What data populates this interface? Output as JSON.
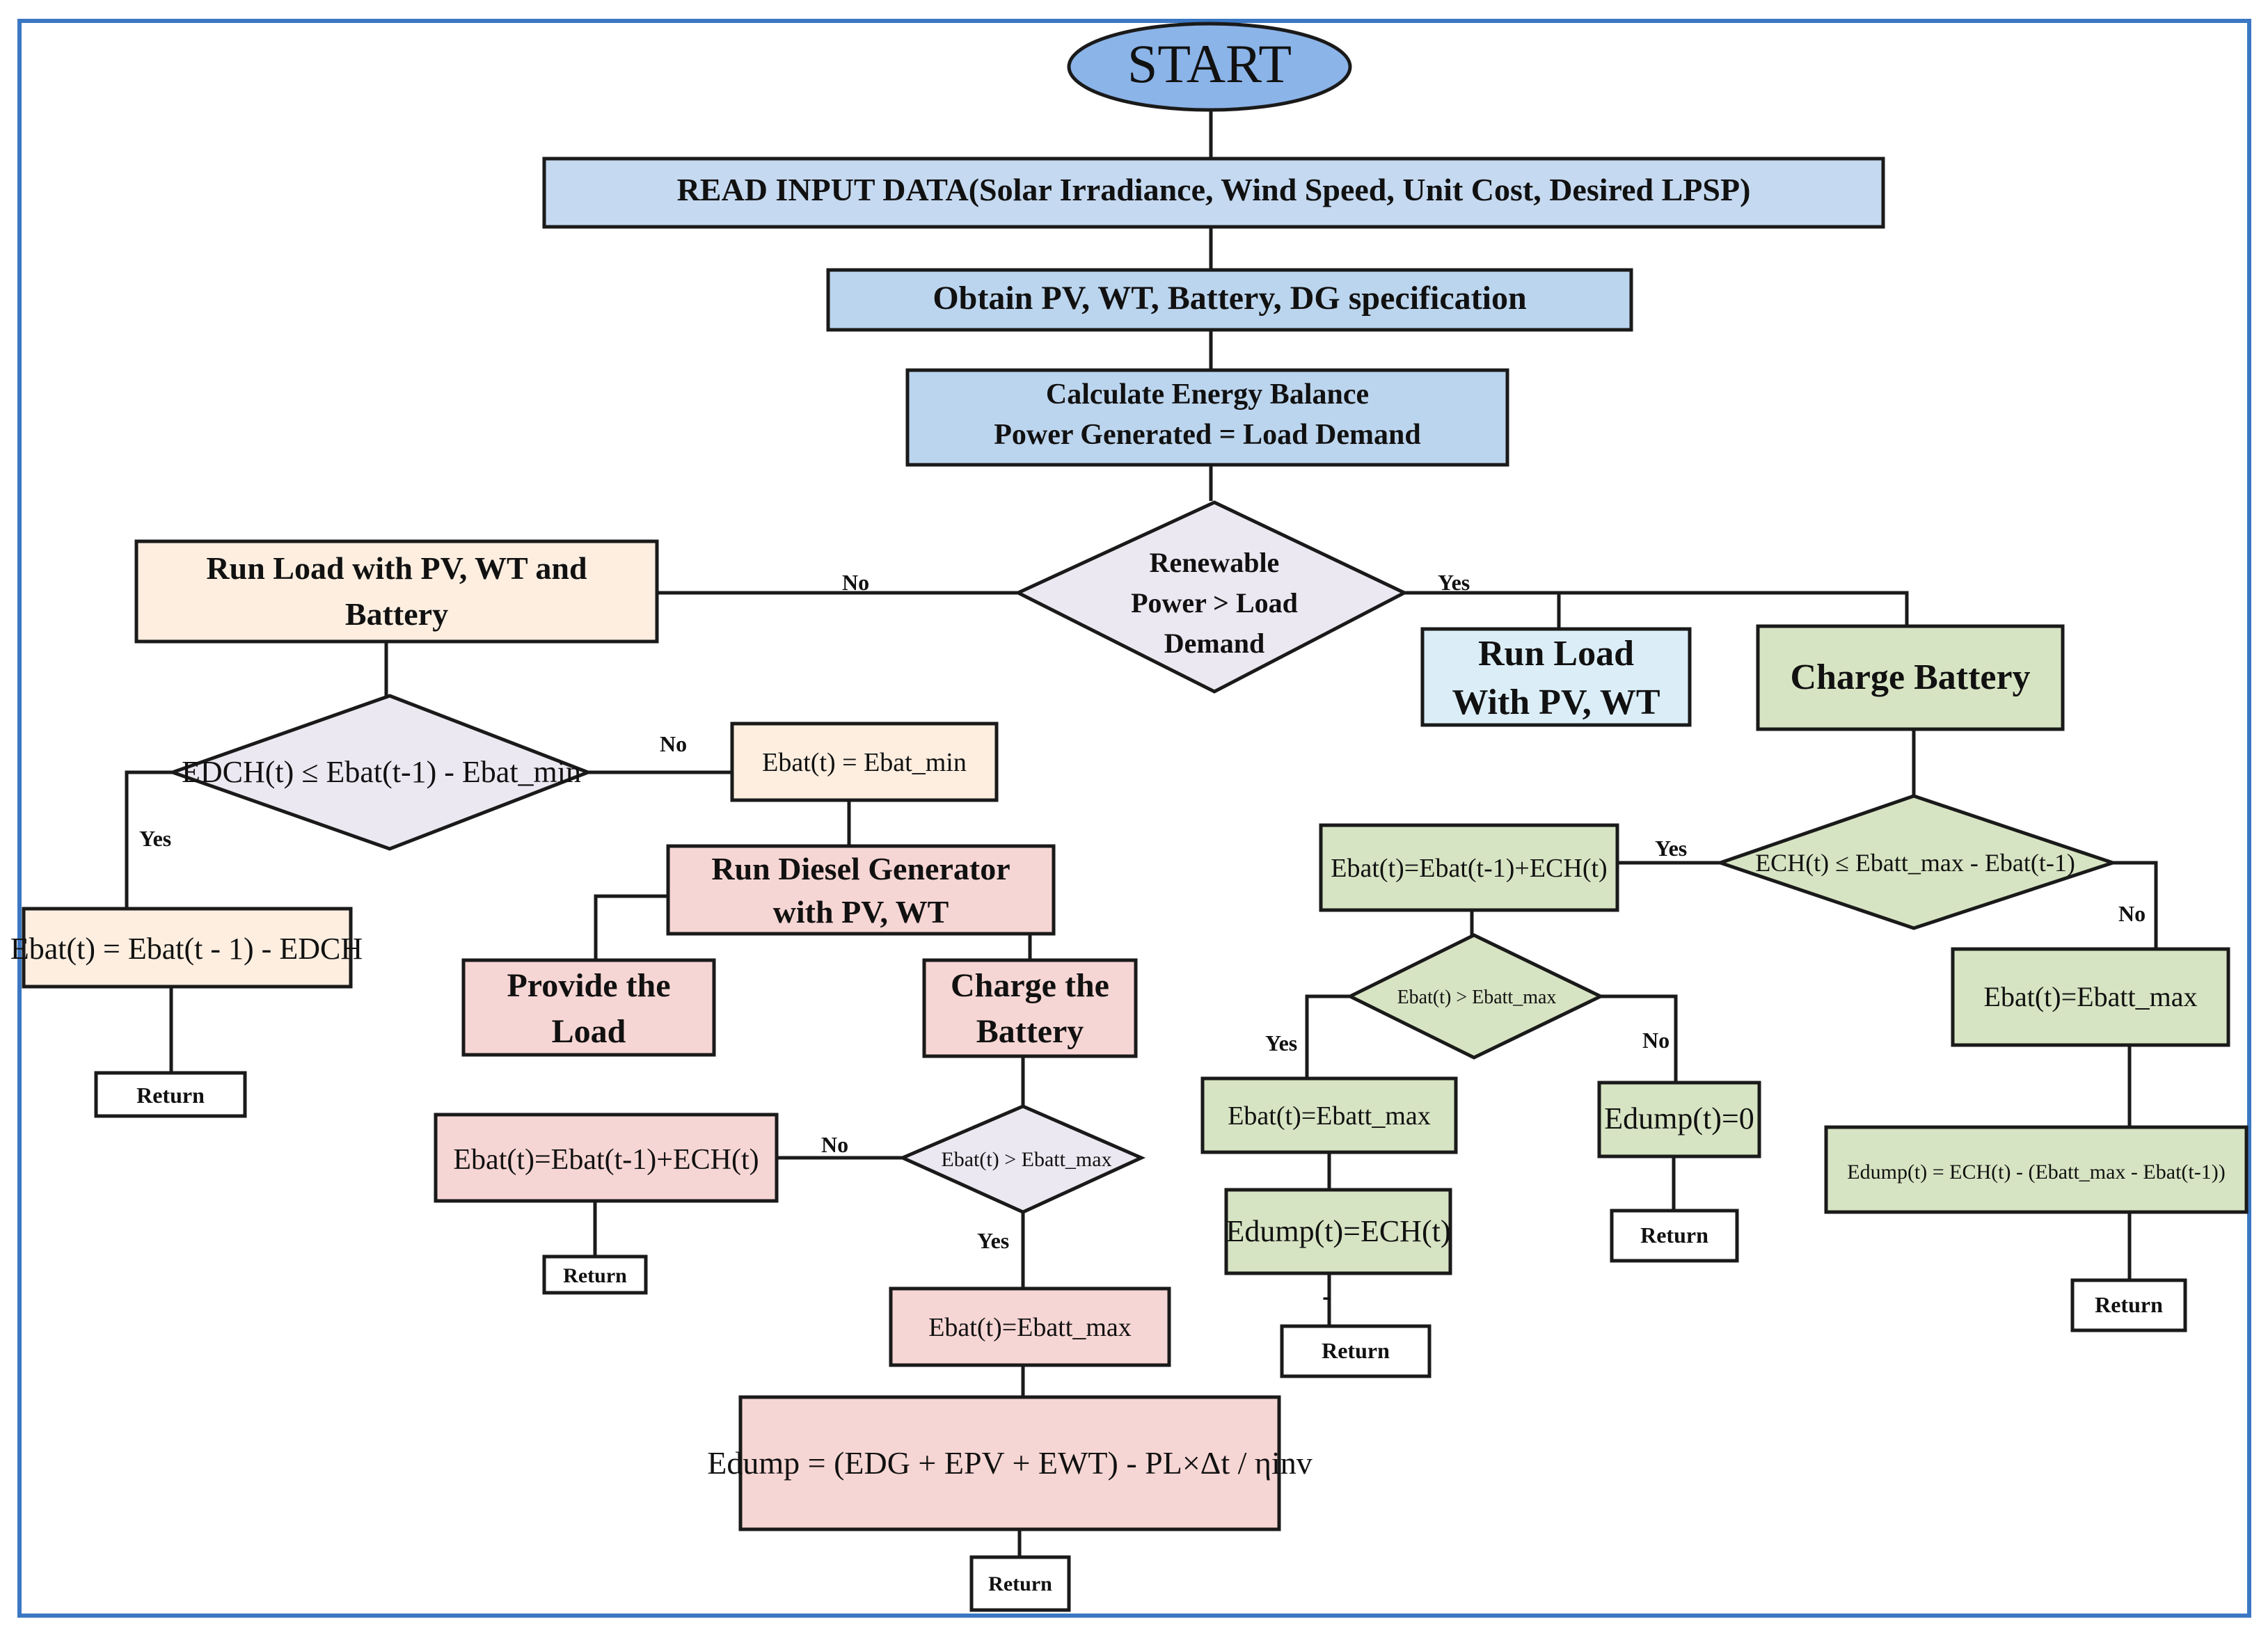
{
  "nodes": {
    "start": "START",
    "read_input": "READ INPUT DATA(Solar Irradiance, Wind Speed, Unit Cost, Desired LPSP)",
    "obtain_spec": "Obtain PV, WT, Battery, DG specification",
    "calc_balance_1": "Calculate Energy Balance",
    "calc_balance_2": "Power Generated = Load Demand",
    "renewable_1": "Renewable",
    "renewable_2": "Power > Load",
    "renewable_3": "Demand",
    "run_load_pv_wt_bat_1": "Run Load with PV, WT and",
    "run_load_pv_wt_bat_2": "Battery",
    "run_load_pv_wt_1": "Run Load",
    "run_load_pv_wt_2": "With PV, WT",
    "charge_battery": "Charge Battery",
    "edch_condition": "EDCH(t) ≤ Ebat(t-1) - Ebat_min",
    "ebat_min": "Ebat(t) = Ebat_min",
    "ebat_discharge": "Ebat(t) = Ebat(t - 1) - EDCH",
    "run_diesel_1": "Run Diesel Generator",
    "run_diesel_2": "with PV, WT",
    "provide_load_1": "Provide the",
    "provide_load_2": "Load",
    "charge_the_battery_1": "Charge the",
    "charge_the_battery_2": "Battery",
    "ebat_charge_left": "Ebat(t)=Ebat(t-1)+ECH(t)",
    "ebat_gt_max_left": "Ebat(t) > Ebatt_max",
    "ebat_max_left": "Ebat(t)=Ebatt_max",
    "edump_dg": "Edump = (EDG + EPV + EWT) - PL×Δt / ηinv",
    "ebat_charge_right": "Ebat(t)=Ebat(t-1)+ECH(t)",
    "ech_condition": "ECH(t) ≤ Ebatt_max - Ebat(t-1)",
    "ebat_gt_max_right": "Ebat(t) > Ebatt_max",
    "ebat_max_mid": "Ebat(t)=Ebatt_max",
    "edump_zero": "Edump(t)=0",
    "edump_ech": "Edump(t)=ECH(t)",
    "ebat_max_right": "Ebat(t)=Ebatt_max",
    "edump_right": "Edump(t) = ECH(t) - (Ebatt_max - Ebat(t-1))",
    "dash_mark": "-"
  },
  "labels": {
    "yes": "Yes",
    "no": "No",
    "return": "Return"
  },
  "colors": {
    "frame": "#3b78c4",
    "start_fill": "#8bb4e8",
    "blue_fill": "#c5d9f0",
    "blue_fill_2": "#bcd5ee",
    "peach_fill": "#fdeee0",
    "pink_fill": "#f6d6d4",
    "green_fill": "#d7e4c3",
    "lavender_fill": "#ece8f1",
    "cyan_fill": "#dbeef8",
    "white_fill": "#ffffff",
    "stroke": "#1a1a1a"
  }
}
